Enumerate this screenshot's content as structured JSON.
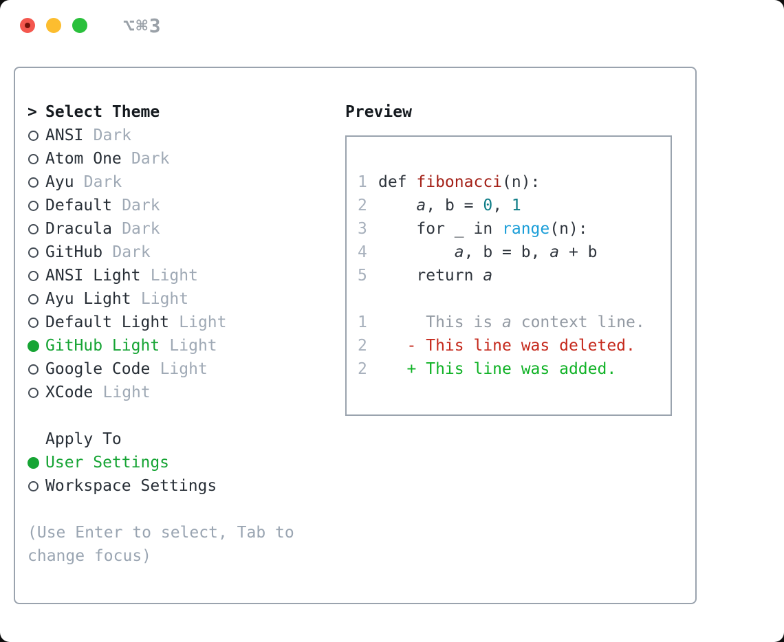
{
  "window": {
    "shortcut": "⌥⌘3"
  },
  "colors": {
    "accent_green": "#16a434",
    "added_green": "#10b226",
    "deleted_red": "#c5291c",
    "function_red": "#a32017",
    "number_teal": "#0d7c86",
    "builtin_blue": "#1b9ed8",
    "muted_gray": "#9fa9b5",
    "border_gray": "#9aa3ae",
    "traffic_red": "#f4574e",
    "traffic_yellow": "#fcbd2f",
    "traffic_green": "#2ac03c"
  },
  "theme_picker": {
    "prompt": ">",
    "heading": "Select Theme",
    "themes": [
      {
        "name": "ANSI",
        "variant": "Dark",
        "selected": false
      },
      {
        "name": "Atom One",
        "variant": "Dark",
        "selected": false
      },
      {
        "name": "Ayu",
        "variant": "Dark",
        "selected": false
      },
      {
        "name": "Default",
        "variant": "Dark",
        "selected": false
      },
      {
        "name": "Dracula",
        "variant": "Dark",
        "selected": false
      },
      {
        "name": "GitHub",
        "variant": "Dark",
        "selected": false
      },
      {
        "name": "ANSI Light",
        "variant": "Light",
        "selected": false
      },
      {
        "name": "Ayu Light",
        "variant": "Light",
        "selected": false
      },
      {
        "name": "Default Light",
        "variant": "Light",
        "selected": false
      },
      {
        "name": "GitHub Light",
        "variant": "Light",
        "selected": true
      },
      {
        "name": "Google Code",
        "variant": "Light",
        "selected": false
      },
      {
        "name": "XCode",
        "variant": "Light",
        "selected": false
      }
    ],
    "apply_heading": "Apply To",
    "targets": [
      {
        "name": "User Settings",
        "selected": true
      },
      {
        "name": "Workspace Settings",
        "selected": false
      }
    ],
    "hint": "(Use Enter to select, Tab to change focus)"
  },
  "preview": {
    "heading": "Preview",
    "lines": [
      {
        "num": "1",
        "segments": [
          {
            "t": "def ",
            "c": "t"
          },
          {
            "t": "fibonacci",
            "c": "fn"
          },
          {
            "t": "(n):",
            "c": "t"
          }
        ]
      },
      {
        "num": "2",
        "segments": [
          {
            "t": "    ",
            "c": "t"
          },
          {
            "t": "a",
            "c": "v"
          },
          {
            "t": ", b = ",
            "c": "t"
          },
          {
            "t": "0",
            "c": "num"
          },
          {
            "t": ", ",
            "c": "t"
          },
          {
            "t": "1",
            "c": "num"
          }
        ]
      },
      {
        "num": "3",
        "segments": [
          {
            "t": "    for _ in ",
            "c": "t"
          },
          {
            "t": "range",
            "c": "call"
          },
          {
            "t": "(n):",
            "c": "t"
          }
        ]
      },
      {
        "num": "4",
        "segments": [
          {
            "t": "        ",
            "c": "t"
          },
          {
            "t": "a",
            "c": "v"
          },
          {
            "t": ", b = b, ",
            "c": "t"
          },
          {
            "t": "a",
            "c": "v"
          },
          {
            "t": " + b",
            "c": "t"
          }
        ]
      },
      {
        "num": "5",
        "segments": [
          {
            "t": "    return ",
            "c": "t"
          },
          {
            "t": "a",
            "c": "v"
          }
        ]
      },
      {
        "num": "",
        "segments": []
      },
      {
        "num": "1",
        "segments": [
          {
            "t": "     This is ",
            "c": "ctx"
          },
          {
            "t": "a",
            "c": "ctxv"
          },
          {
            "t": " context line.",
            "c": "ctx"
          }
        ]
      },
      {
        "num": "2",
        "segments": [
          {
            "t": "   - This line was deleted.",
            "c": "del"
          }
        ]
      },
      {
        "num": "2",
        "segments": [
          {
            "t": "   + This line was added.",
            "c": "add"
          }
        ]
      }
    ]
  }
}
